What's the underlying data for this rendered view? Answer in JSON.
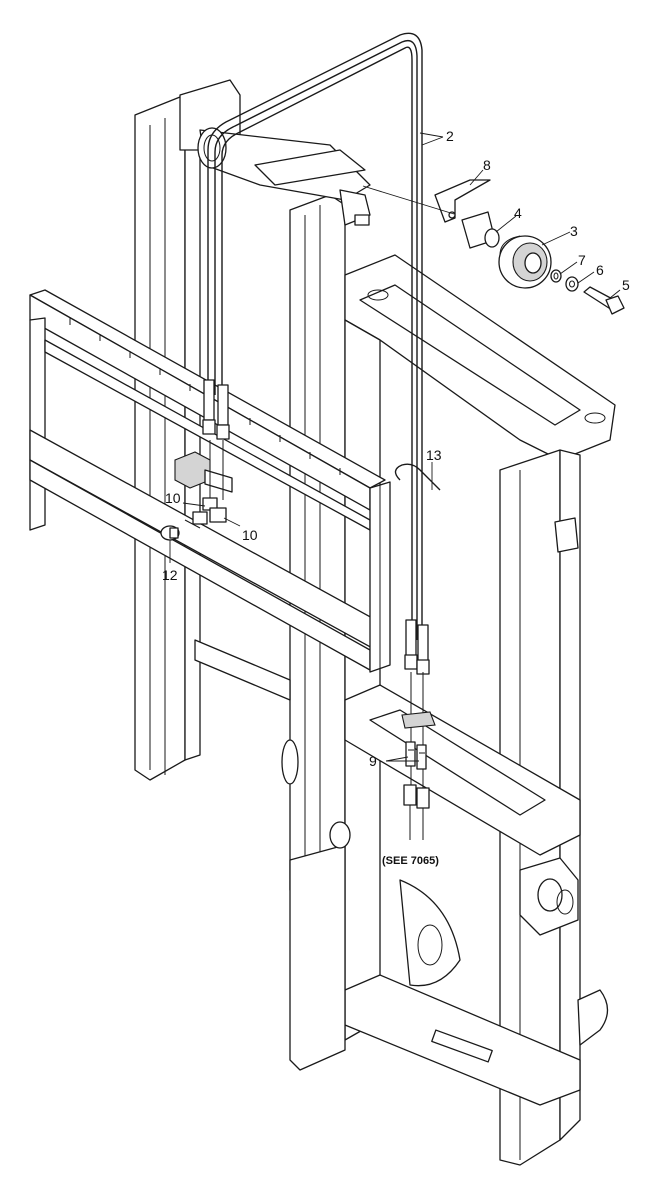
{
  "callouts": {
    "c2": "2",
    "c3": "3",
    "c4": "4",
    "c5": "5",
    "c6": "6",
    "c7": "7",
    "c8": "8",
    "c9": "9",
    "c10a": "10",
    "c10b": "10",
    "c12": "12",
    "c13": "13"
  },
  "note": "(SEE 7065)"
}
